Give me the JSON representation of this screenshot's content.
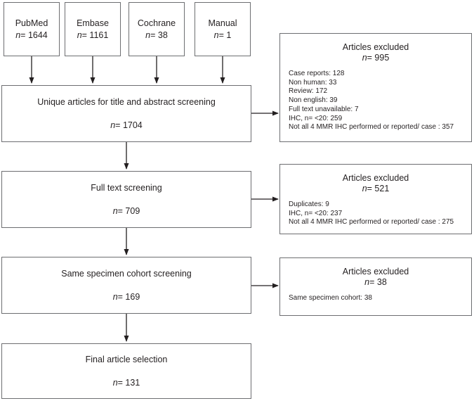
{
  "diagram": {
    "sources": [
      {
        "name": "PubMed",
        "n_label": "n",
        "count": "= 1644"
      },
      {
        "name": "Embase",
        "n_label": "n",
        "count": "= 1161"
      },
      {
        "name": "Cochrane",
        "n_label": "n",
        "count": "= 38"
      },
      {
        "name": "Manual",
        "n_label": "n",
        "count": "= 1"
      }
    ],
    "stages": [
      {
        "title": "Unique articles for title and abstract screening",
        "n_label": "n",
        "count": "= 1704"
      },
      {
        "title": "Full text screening",
        "n_label": "n",
        "count": "= 709"
      },
      {
        "title": "Same specimen cohort screening",
        "n_label": "n",
        "count": "= 169"
      },
      {
        "title": "Final article selection",
        "n_label": "n",
        "count": "= 131"
      }
    ],
    "exclusions": [
      {
        "title": "Articles excluded",
        "n_label": "n",
        "count": "= 995",
        "reasons": [
          "Case reports: 128",
          "Non human: 33",
          "Review: 172",
          "Non english: 39",
          "Full text unavailable: 7",
          "IHC, n= <20: 259",
          "Not all 4 MMR IHC performed or reported/ case : 357"
        ]
      },
      {
        "title": "Articles excluded",
        "n_label": "n",
        "count": "= 521",
        "reasons": [
          "Duplicates: 9",
          "IHC, n= <20: 237",
          "Not all 4 MMR IHC performed or reported/ case : 275"
        ]
      },
      {
        "title": "Articles excluded",
        "n_label": "n",
        "count": "= 38",
        "reasons": [
          "Same specimen cohort: 38"
        ]
      }
    ],
    "colors": {
      "border": "#6d6e71",
      "text": "#231f20",
      "arrow": "#231f20",
      "background": "#ffffff"
    }
  }
}
